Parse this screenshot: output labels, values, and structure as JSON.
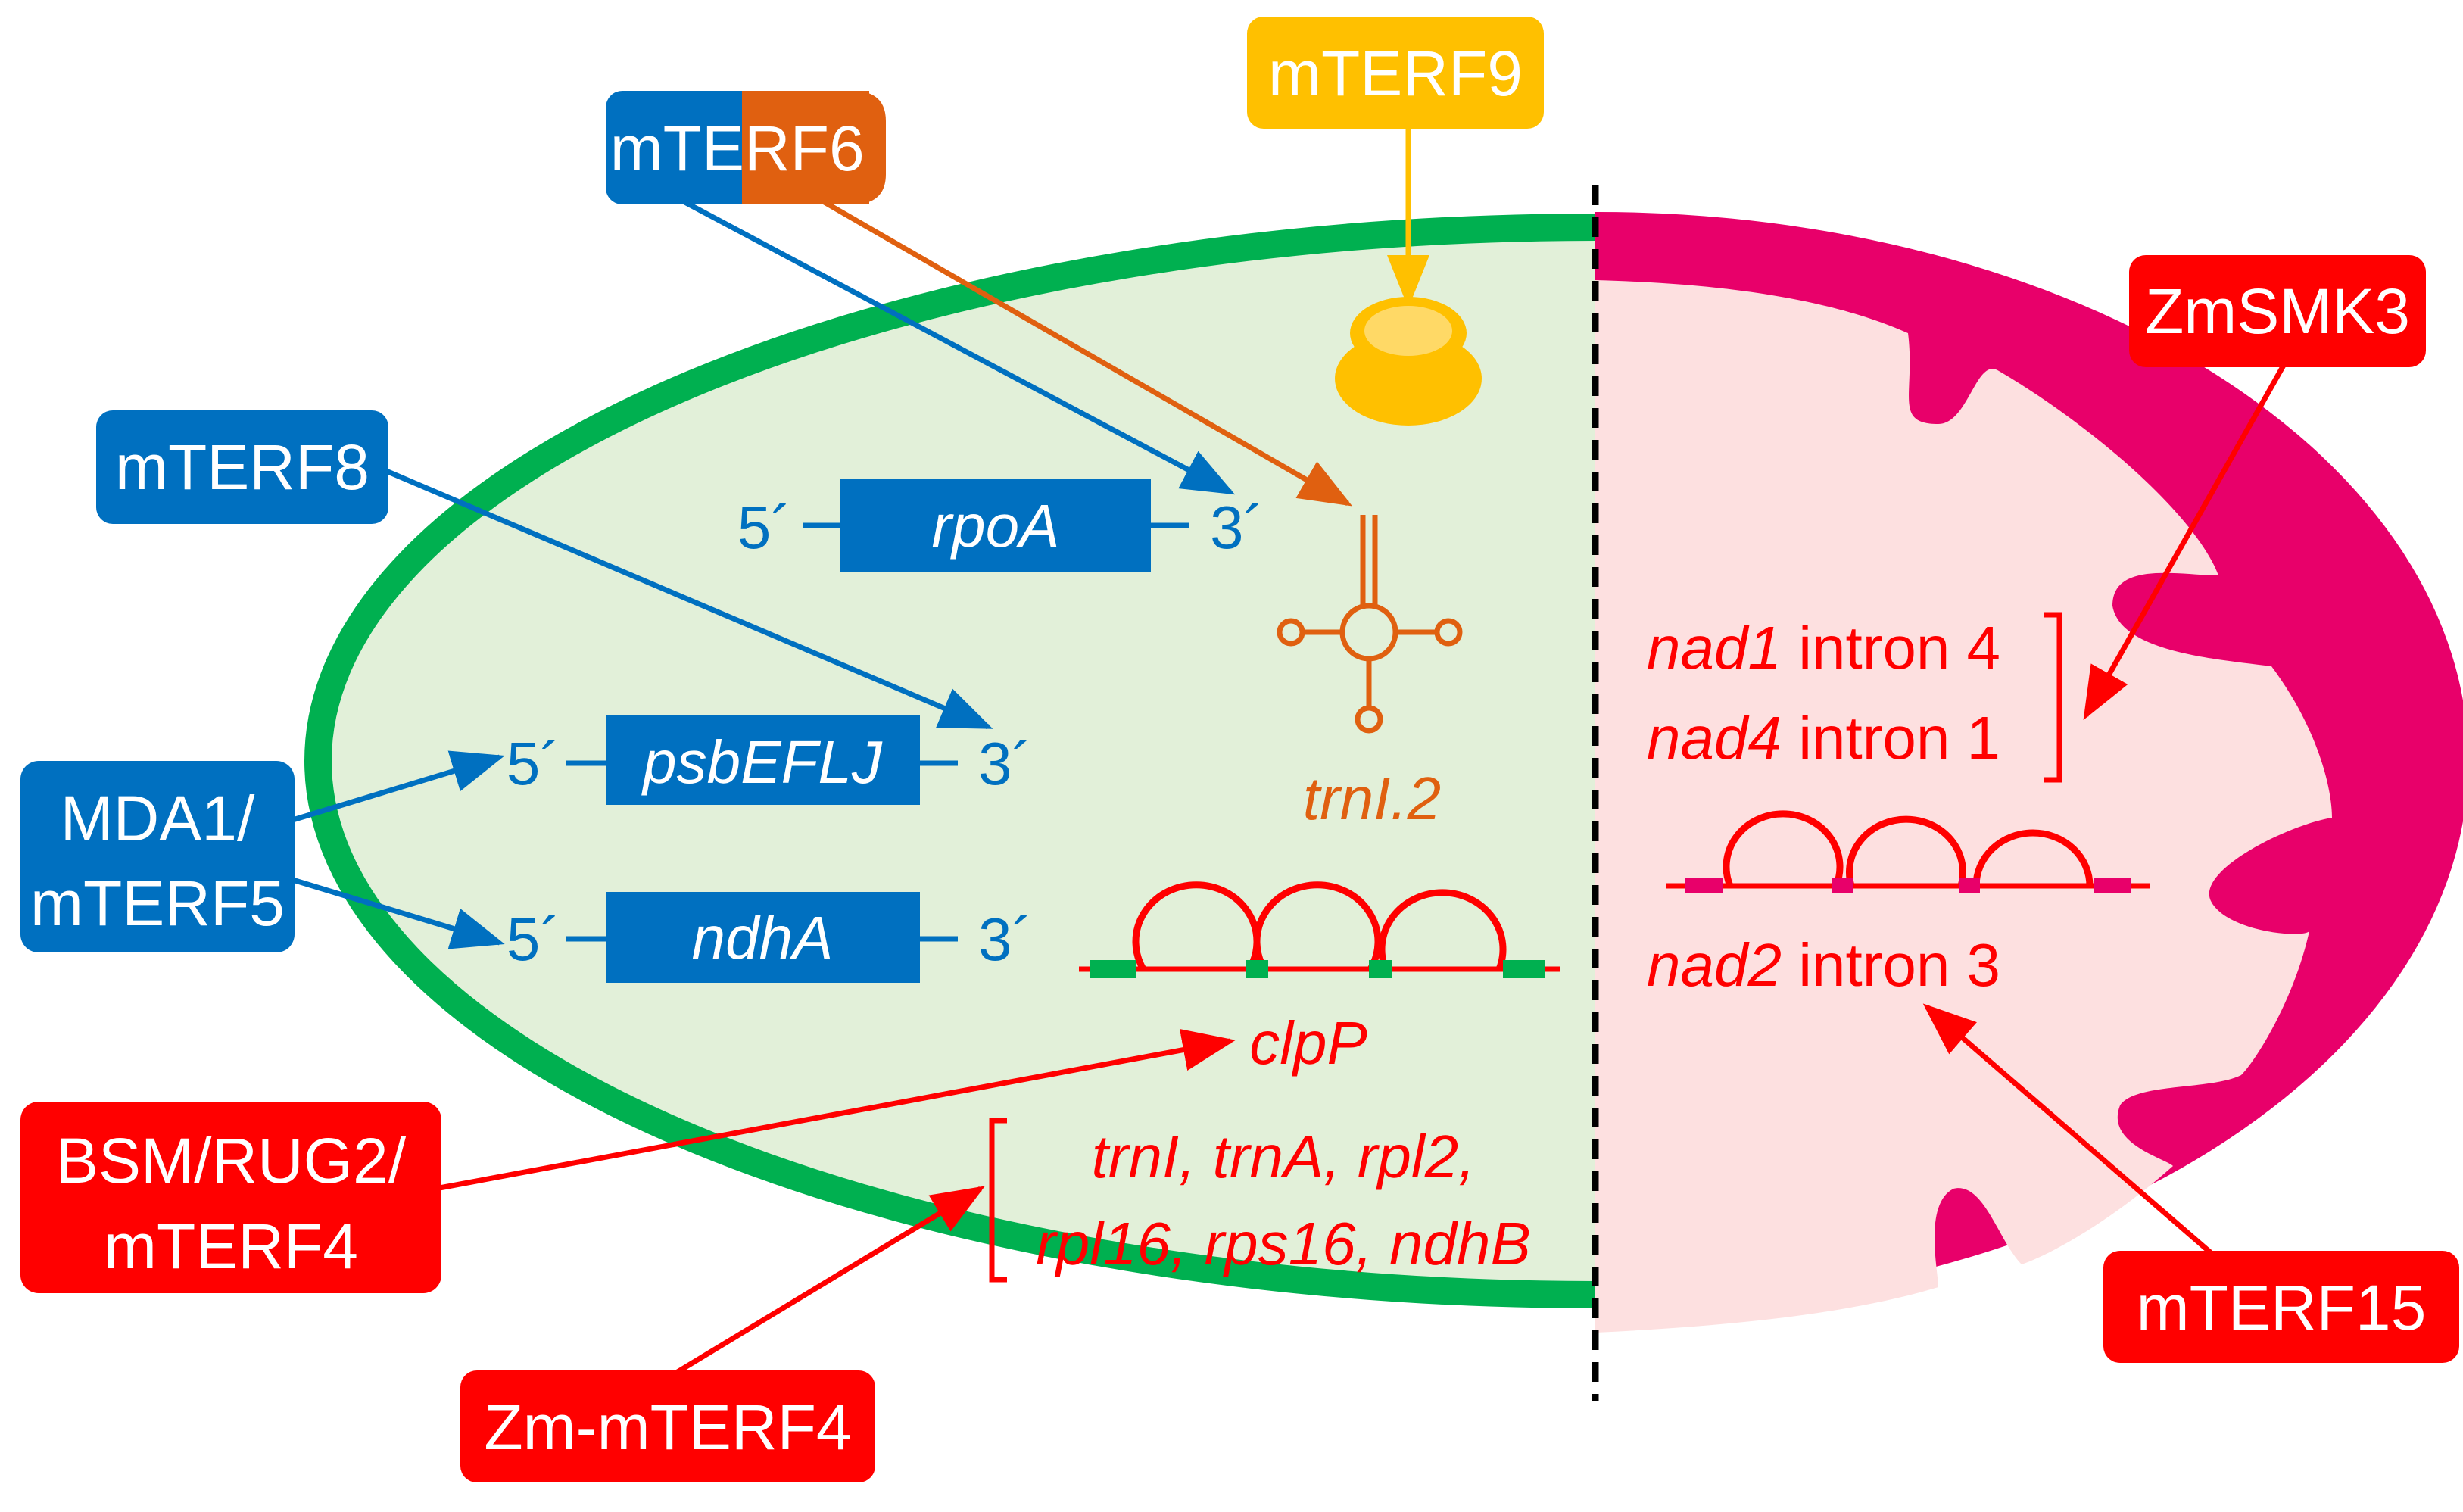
{
  "colors": {
    "blue": "#0070c0",
    "orange": "#e06010",
    "yellow": "#ffc000",
    "red": "#ff0000",
    "green": "#00b050",
    "magenta": "#e8006a",
    "chloroplast_fill": "#e2f0d9",
    "mito_fill": "#fde0e0"
  },
  "labels": {
    "mterf6_left": "mTE",
    "mterf6_right": "RF6",
    "mterf9": "mTERF9",
    "mterf8": "mTERF8",
    "mda1_line1": "MDA1/",
    "mda1_line2": "mTERF5",
    "bsm_line1": "BSM/RUG2/",
    "bsm_line2": "mTERF4",
    "zm_mterf4": "Zm-mTERF4",
    "zmsmk3": "ZmSMK3",
    "mterf15": "mTERF15"
  },
  "chloroplast": {
    "genes": [
      {
        "name": "rpoA",
        "five": "5´",
        "three": "3´"
      },
      {
        "name": "psbEFLJ",
        "five": "5´",
        "three": "3´"
      },
      {
        "name": "ndhA",
        "five": "5´",
        "three": "3´"
      }
    ],
    "trna": "trnI.2",
    "clpp": "clpP",
    "intron_genes_line1": "trnI, trnA, rpl2,",
    "intron_genes_line2": "rpl16, rps16, ndhB"
  },
  "mitochondrion": {
    "nad1_gene": "nad1",
    "nad1_rest": " intron 4",
    "nad4_gene": "nad4",
    "nad4_rest": " intron 1",
    "nad2_gene": "nad2",
    "nad2_rest": " intron 3"
  }
}
